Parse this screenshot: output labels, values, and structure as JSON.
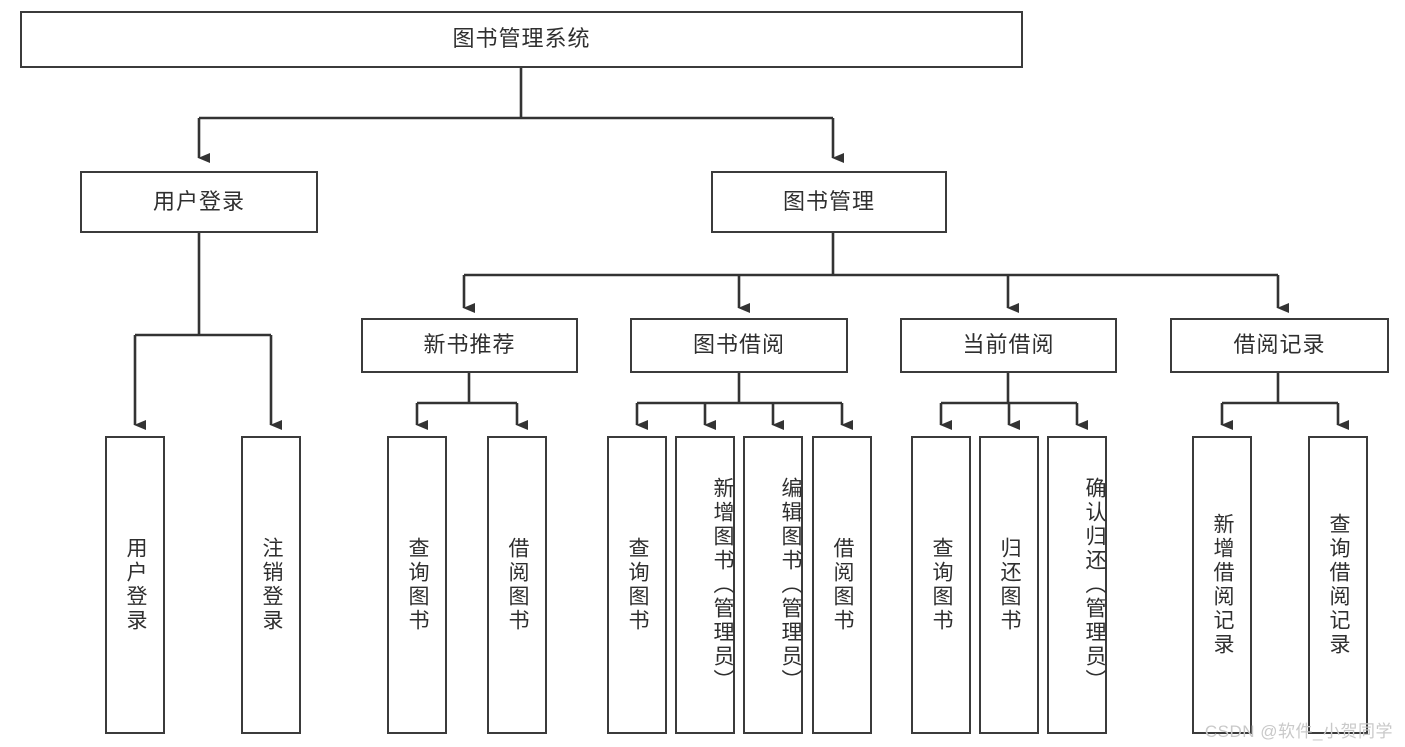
{
  "diagram": {
    "title": "图书管理系统",
    "type": "tree-hierarchy-chart",
    "watermark": "CSDN @软件_小贺同学",
    "colors": {
      "box_border": "#3b3b3b",
      "box_fill": "#ffffff",
      "text": "#2f2f2f",
      "connector": "#333333",
      "watermark": "#c9c9c9",
      "background": "#ffffff"
    },
    "root": {
      "id": "root",
      "label": "图书管理系统"
    },
    "level1": [
      {
        "id": "user-login",
        "label": "用户登录"
      },
      {
        "id": "book-manage",
        "label": "图书管理"
      }
    ],
    "level2": [
      {
        "id": "new-book-recommend",
        "label": "新书推荐",
        "parent": "book-manage"
      },
      {
        "id": "book-borrow",
        "label": "图书借阅",
        "parent": "book-manage"
      },
      {
        "id": "current-borrow",
        "label": "当前借阅",
        "parent": "book-manage"
      },
      {
        "id": "borrow-record",
        "label": "借阅记录",
        "parent": "book-manage"
      }
    ],
    "leaves": [
      {
        "id": "leaf-user-login",
        "label": "用户登录",
        "parent": "user-login"
      },
      {
        "id": "leaf-logout",
        "label": "注销登录",
        "parent": "user-login"
      },
      {
        "id": "leaf-query-book-1",
        "label": "查询图书",
        "parent": "new-book-recommend"
      },
      {
        "id": "leaf-borrow-book-1",
        "label": "借阅图书",
        "parent": "new-book-recommend"
      },
      {
        "id": "leaf-query-book-2",
        "label": "查询图书",
        "parent": "book-borrow"
      },
      {
        "id": "leaf-add-book",
        "label": "新增图书（管理员）",
        "parent": "book-borrow"
      },
      {
        "id": "leaf-edit-book",
        "label": "编辑图书（管理员）",
        "parent": "book-borrow"
      },
      {
        "id": "leaf-borrow-book-2",
        "label": "借阅图书",
        "parent": "book-borrow"
      },
      {
        "id": "leaf-query-book-3",
        "label": "查询图书",
        "parent": "current-borrow"
      },
      {
        "id": "leaf-return-book",
        "label": "归还图书",
        "parent": "current-borrow"
      },
      {
        "id": "leaf-confirm-return",
        "label": "确认归还（管理员）",
        "parent": "current-borrow"
      },
      {
        "id": "leaf-add-record",
        "label": "新增借阅记录",
        "parent": "borrow-record"
      },
      {
        "id": "leaf-query-record",
        "label": "查询借阅记录",
        "parent": "borrow-record"
      }
    ]
  }
}
